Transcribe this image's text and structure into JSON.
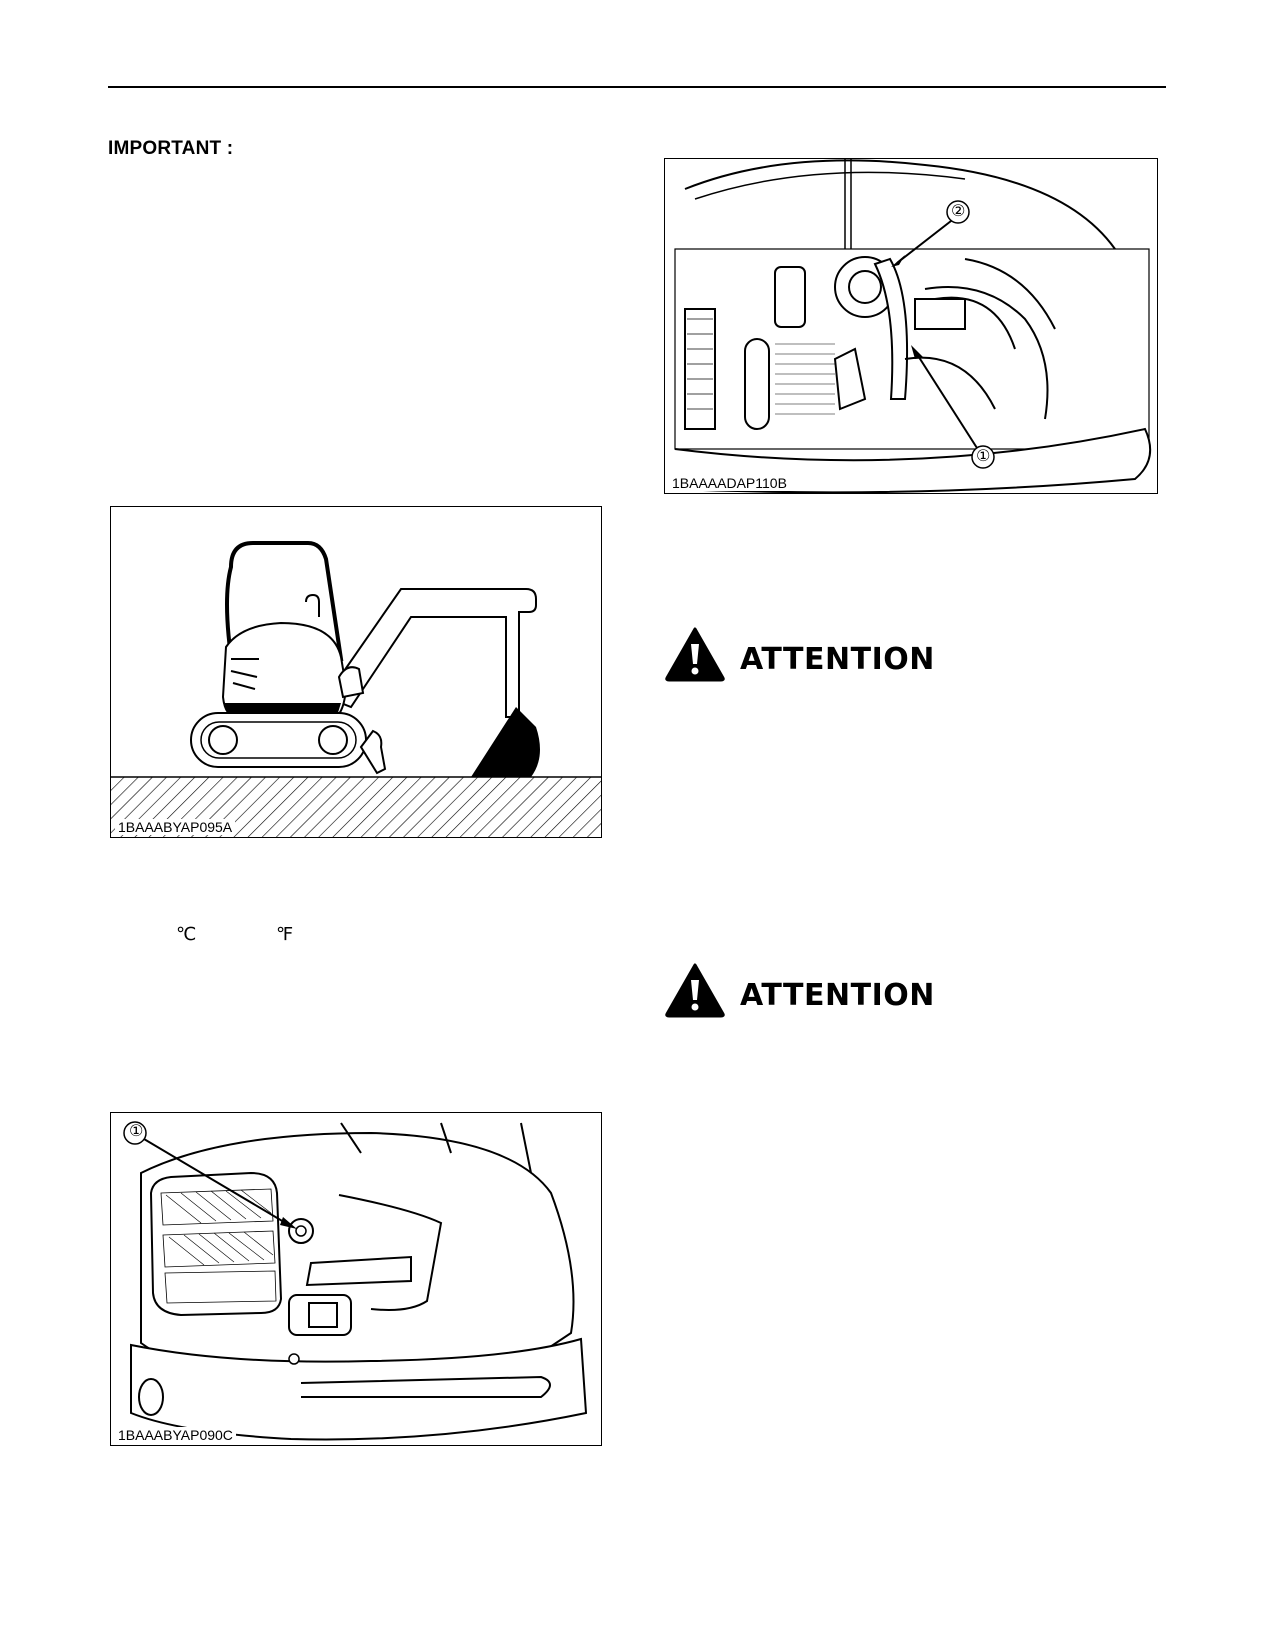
{
  "header": {
    "important_label": "IMPORTANT :"
  },
  "figures": {
    "excavator": {
      "code": "1BAAABYAP095A"
    },
    "engine_cover": {
      "code": "1BAAABYAP090C",
      "callout_1": "①"
    },
    "engine_bay": {
      "code": "1BAAAADAP110B",
      "callout_1": "①",
      "callout_2": "②"
    }
  },
  "units": {
    "celsius": "℃",
    "fahrenheit": "℉"
  },
  "warnings": [
    {
      "label": "ATTENTION"
    },
    {
      "label": "ATTENTION"
    }
  ]
}
